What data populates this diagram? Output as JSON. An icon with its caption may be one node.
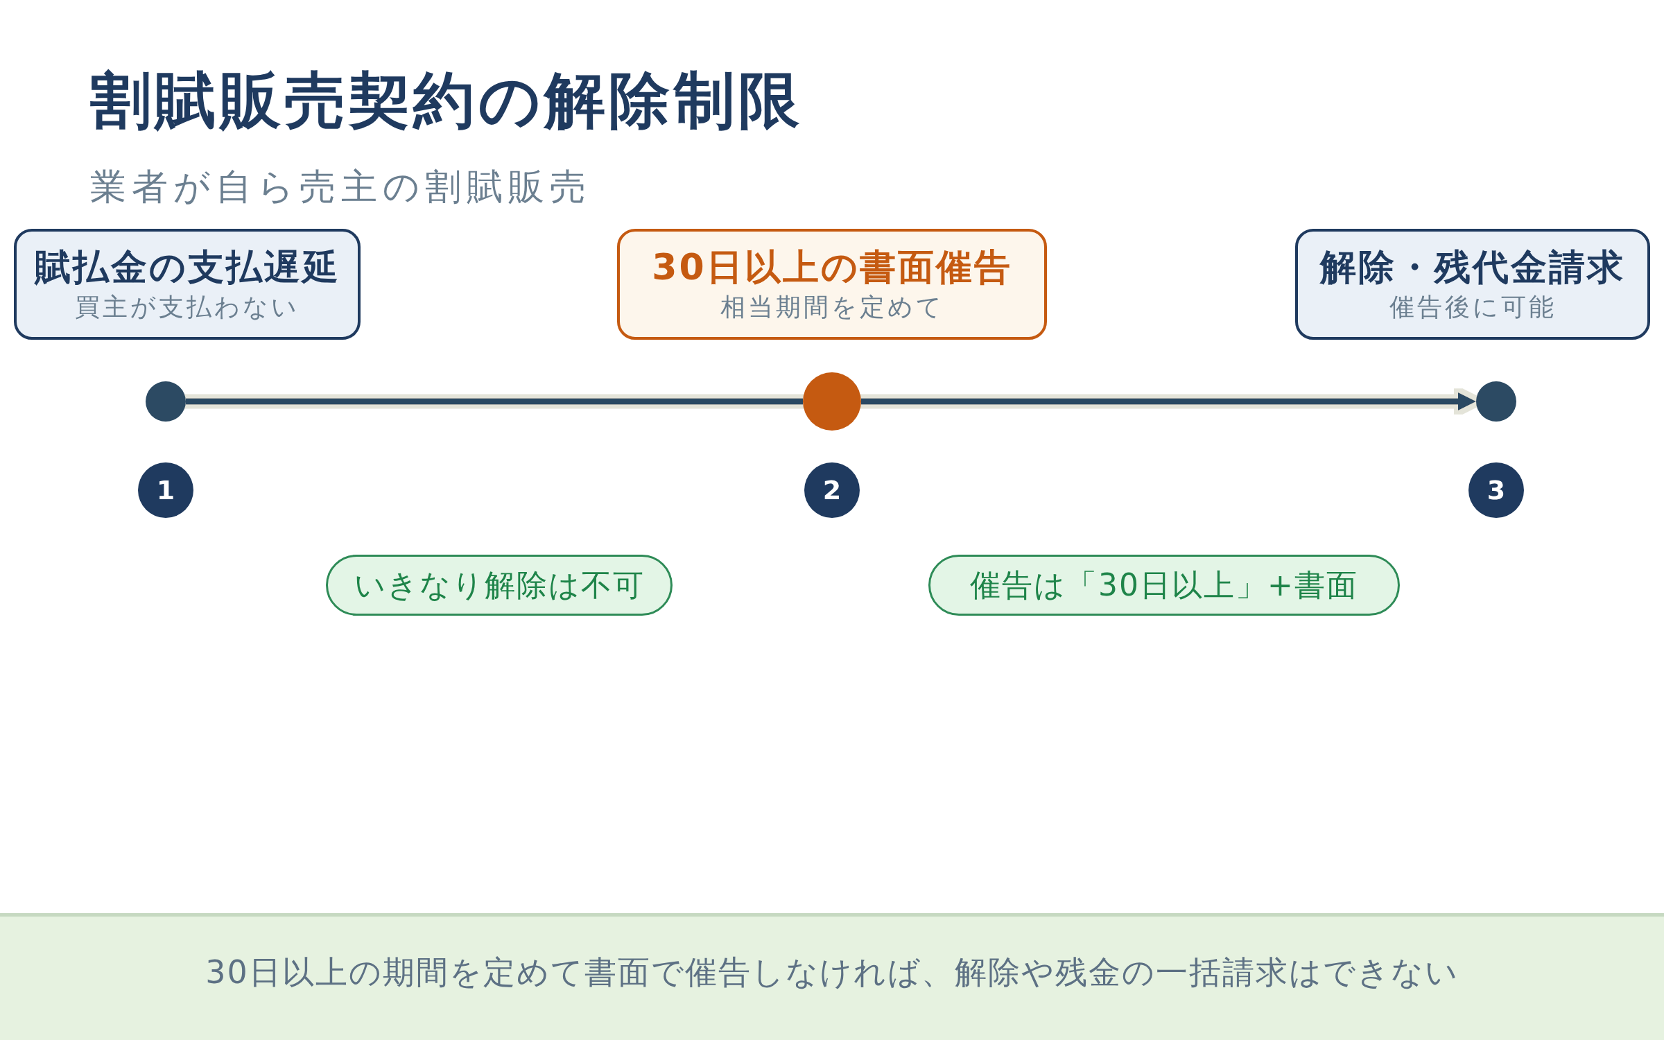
{
  "diagram": {
    "title": "割賦販売契約の解除制限",
    "nodes": [
      {
        "text": [
          "賦払金の支払遅延",
          "買主が支払わない"
        ]
      },
      {
        "text": [
          "30日以上の書面催告",
          "相当期間を定めて"
        ]
      },
      {
        "text": [
          "解除・残代金請求",
          "催告後に可能"
        ]
      },
      {
        "text": [],
        "shape": "circle"
      },
      {
        "text": [],
        "shape": "circle"
      },
      {
        "text": [],
        "shape": "circle"
      },
      {
        "text": [
          "1"
        ]
      },
      {
        "text": [
          "2"
        ]
      },
      {
        "text": [
          "3"
        ]
      },
      {
        "text": [
          "いきなり解除は不可"
        ]
      },
      {
        "text": [
          "催告は「30日以上」+書面"
        ]
      },
      {
        "text": [
          "30日以上の期間を定めて書面で催告しなければ、解除や残金の一括請求はできない"
        ]
      }
    ],
    "edges": [
      {
        "from": 3,
        "to": 4,
        "arrow": "none"
      },
      {
        "from": 4,
        "to": 5,
        "arrow": "to"
      }
    ],
    "labels": [
      "業者が自ら売主の割賦販売"
    ]
  }
}
